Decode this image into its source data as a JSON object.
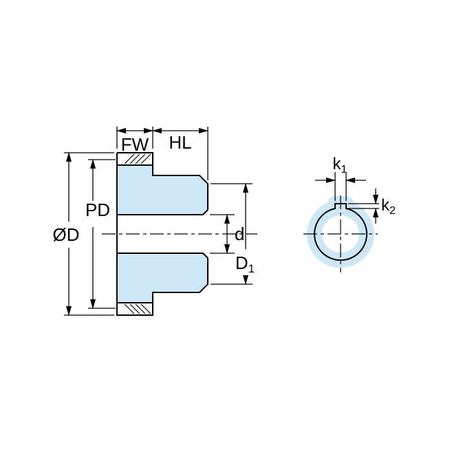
{
  "diagram": {
    "type": "technical-drawing",
    "subject": "spur-gear-side-section-and-bore-keyway-view",
    "colors": {
      "material_fill": "#cde7f6",
      "line": "#000000",
      "background": "#ffffff"
    },
    "left_view": {
      "labels": {
        "fw": "FW",
        "hl": "HL",
        "pd": "PD",
        "od": "ØD",
        "bore": "d",
        "hub_main": "D",
        "hub_sub": "1"
      }
    },
    "right_view": {
      "labels": {
        "keyway_width_main": "k",
        "keyway_width_sub": "1",
        "keyway_depth_main": "k",
        "keyway_depth_sub": "2"
      }
    }
  }
}
